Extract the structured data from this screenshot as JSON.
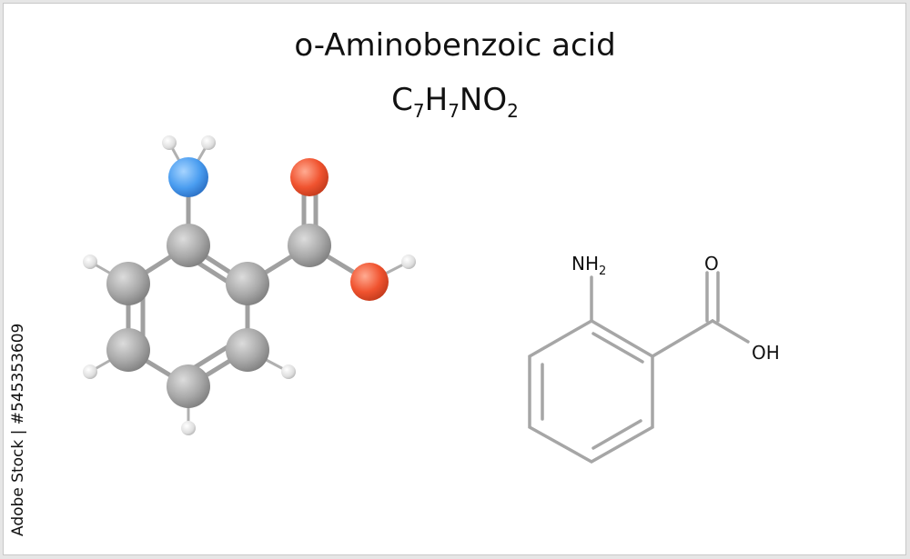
{
  "title": {
    "name": "o-Aminobenzoic acid",
    "formula": {
      "c": "C",
      "c_count": "7",
      "h": "H",
      "h_count": "7",
      "rest": "NO",
      "o_count": "2"
    }
  },
  "structural_formula": {
    "amine_label": "NH",
    "amine_sub": "2",
    "carbonyl_label": "O",
    "hydroxyl_label": "OH"
  },
  "side_text": "Adobe Stock | #545353609",
  "colors": {
    "carbon": "#a8a8a8",
    "hydrogen": "#e2e2e2",
    "nitrogen": "#4a9df0",
    "oxygen": "#f0532f",
    "bond": "#a0a0a0"
  }
}
